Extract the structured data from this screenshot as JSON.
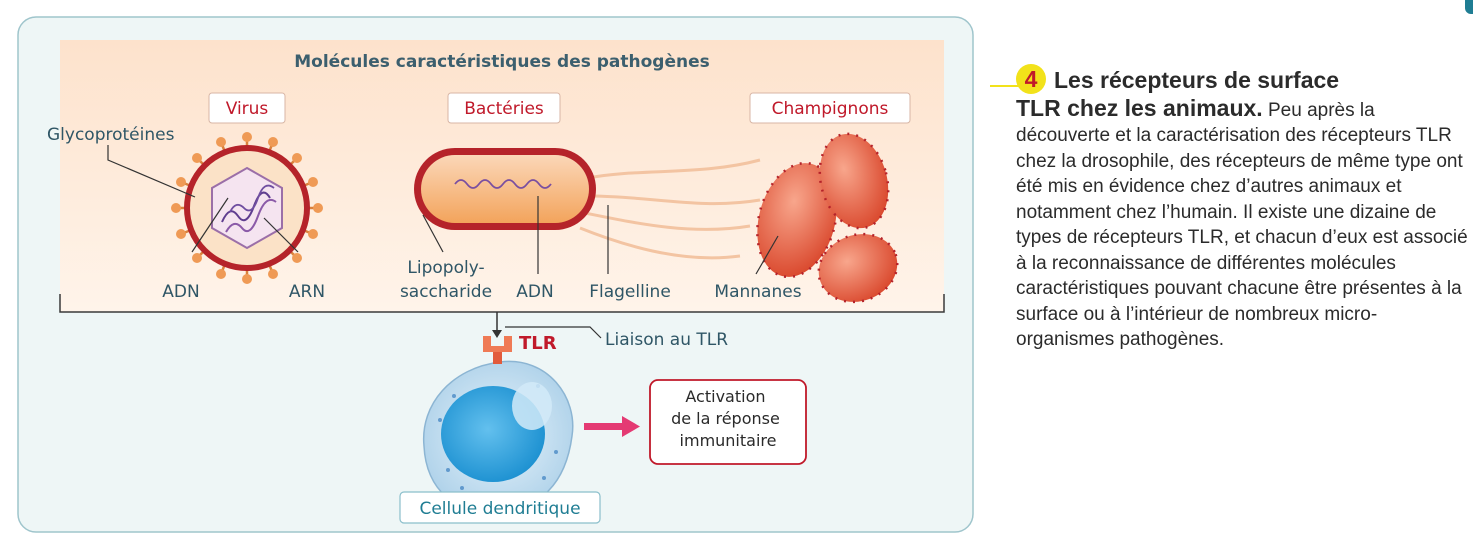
{
  "diagram": {
    "panel_title": "Molécules caractéristiques des pathogènes",
    "groups": {
      "virus": "Virus",
      "bacteria": "Bactéries",
      "fungi": "Champignons"
    },
    "labels": {
      "glycoproteins": "Glycoprotéines",
      "adn_virus": "ADN",
      "arn": "ARN",
      "lipopoly_line1": "Lipopoly-",
      "lipopoly_line2": "saccharide",
      "adn_bacteria": "ADN",
      "flagelline": "Flagelline",
      "mannanes": "Mannanes"
    },
    "tlr_label": "TLR",
    "binding_label": "Liaison au TLR",
    "activation_box": [
      "Activation",
      "de la réponse",
      "immunitaire"
    ],
    "cell_label": "Cellule dendritique"
  },
  "caption": {
    "number": "4",
    "heading": "Les récepteurs de surface",
    "heading_cont": "TLR chez les animaux.",
    "text": " Peu après la découverte et la caractérisation des récepteurs TLR chez la drosophile, des récepteurs de même type ont été mis en évidence chez d’autres animaux et notamment chez l’humain. Il existe une dizaine de types de récepteurs TLR, et chacun d’eux est associé à la reconnaissance de différentes molécules caractéristiques pouvant chacune être présentes à la surface ou à l’intérieur de nombreux micro-organismes pathogènes."
  },
  "colors": {
    "accent_red": "#c0192a",
    "label_teal": "#2f5666",
    "highlight_yellow": "#f2e21a"
  }
}
